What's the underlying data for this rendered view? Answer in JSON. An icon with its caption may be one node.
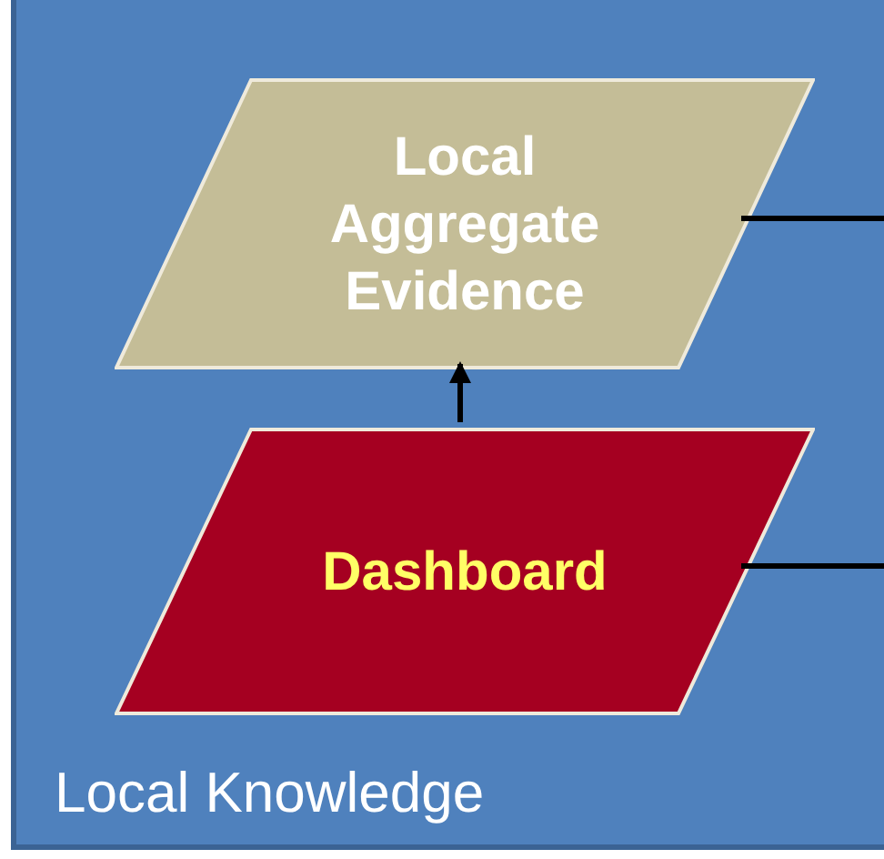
{
  "diagram": {
    "nodes": [
      {
        "text": [
          "Local Knowledge"
        ]
      },
      {
        "text": [
          "Local Aggregate Evidence"
        ],
        "in": 0
      },
      {
        "text": [
          "Dashboard"
        ],
        "in": 0
      }
    ],
    "edges": [
      {
        "from": 2,
        "to": 1,
        "arrow": "to"
      },
      {
        "from": 1,
        "to": null,
        "arrow": "none"
      },
      {
        "from": 2,
        "to": null,
        "arrow": "none"
      }
    ]
  }
}
